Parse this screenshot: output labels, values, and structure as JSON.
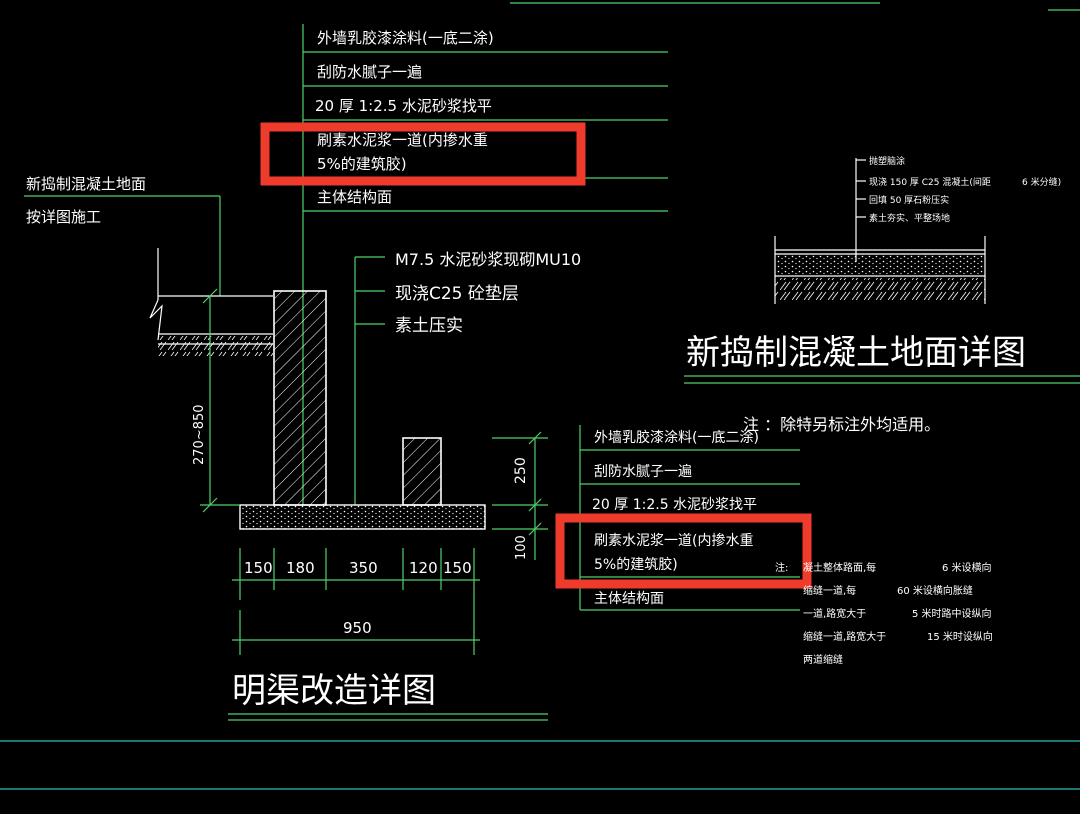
{
  "colors": {
    "background": "#000000",
    "leader_green": "#4fd06a",
    "text_white": "#ffffff",
    "border_cyan": "#2bbfb8",
    "highlight_red": "#ef3b2c"
  },
  "callout_top": {
    "l1": "外墙乳胶漆涂料(一底二涂)",
    "l2": "刮防水腻子一遍",
    "l3": "20 厚 1:2.5    水泥砂浆找平",
    "l4a": "刷素水泥浆一道(内掺水重",
    "l4b": "5%的建筑胶)",
    "l5": "主体结构面"
  },
  "left_note": {
    "l1": "新捣制混凝土地面",
    "l2": "按详图施工"
  },
  "wall_note": {
    "l1": "M7.5   水泥砂浆现砌MU10",
    "l2": "现浇C25   砼垫层",
    "l3": "素土压实"
  },
  "floor_detail": {
    "l1": "抛塑脑涂",
    "l2": "现浇  150  厚  C25 混凝土(间距",
    "l2b": "6 米分缝)",
    "l3": "回填   50 厚石粉压实",
    "l4": "素土夯实、平整场地",
    "title": "新捣制混凝土地面详图"
  },
  "note_general": "注  ：除特另标注外均适用。",
  "callout_bottom": {
    "l1": "外墙乳胶漆涂料(一底二涂)",
    "l2": "刮防水腻子一遍",
    "l3": "20 厚 1:2.5    水泥砂浆找平",
    "l4a": "刷素水泥浆一道(内掺水重",
    "l4b": "5%的建筑胶)",
    "l5": "主体结构面"
  },
  "notes_right": {
    "label": "注:",
    "r1a": "凝土整体路面,每",
    "r1b": "6 米设横向",
    "r2a": "缩缝一道,每",
    "r2b": "60 米设横向胀缝",
    "r3a": "一道,路宽大于",
    "r3b": "5 米时路中设纵向",
    "r4a": "缩缝一道,路宽大于",
    "r4b": "15 米时设纵向",
    "r5": "两道缩缝"
  },
  "dimensions": {
    "height_left": "270~850",
    "d250": "250",
    "d100": "100",
    "w150a": "150",
    "w180": "180",
    "w350": "350",
    "w120": "120",
    "w150b": "150",
    "total": "950"
  },
  "main_title": "明渠改造详图"
}
